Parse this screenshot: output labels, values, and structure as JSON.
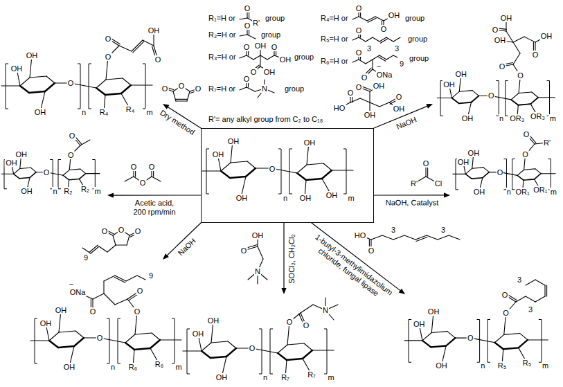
{
  "diagram": {
    "nodes": [
      {
        "text": [
          "OH",
          "OH",
          "OH",
          "O",
          "n",
          "OH",
          "OH",
          "OH",
          "m"
        ]
      },
      {
        "text": [
          "OH",
          "OH",
          "OH",
          "O",
          "n",
          "O",
          "R₄",
          "R₄",
          "m",
          "O",
          "OH",
          "O"
        ]
      },
      {
        "text": [
          "OH",
          "OH",
          "OH",
          "O",
          "n",
          "O",
          "R₂",
          "R₂",
          "m",
          "O"
        ]
      },
      {
        "text": [
          "OH",
          "OH",
          "OH",
          "O",
          "n",
          "O",
          "R₆",
          "R₆",
          "m",
          "O",
          "−",
          "ONa",
          "O",
          "9"
        ]
      },
      {
        "text": [
          "OH",
          "OH",
          "OH",
          "O",
          "n",
          "O",
          "R₇",
          "R₇",
          "m",
          "O",
          "N"
        ]
      },
      {
        "text": [
          "OH",
          "OH",
          "OH",
          "O",
          "n",
          "O",
          "R₅",
          "R₅",
          "m",
          "O",
          "3",
          "3"
        ]
      },
      {
        "text": [
          "OH",
          "OH",
          "OH",
          "O",
          "n",
          "O",
          "OR₁",
          "OR₁",
          "m",
          "O",
          "R'"
        ]
      },
      {
        "text": [
          "OH",
          "OH",
          "OH",
          "O",
          "n",
          "O",
          "OR₃",
          "OR₃",
          "m",
          "O",
          "OH",
          "O",
          "OH",
          "O",
          "OH"
        ]
      }
    ],
    "edges": [
      {
        "from": 0,
        "to": 1,
        "arrow": "to",
        "label": "Dry method"
      },
      {
        "from": 0,
        "to": 2,
        "arrow": "to",
        "label": "Acetic acid, 200 rpm/min"
      },
      {
        "from": 0,
        "to": 3,
        "arrow": "to",
        "label": "NaOH"
      },
      {
        "from": 0,
        "to": 4,
        "arrow": "to",
        "label": "SOCl₂, CH₂Cl₂"
      },
      {
        "from": 0,
        "to": 5,
        "arrow": "to",
        "label": "1-butyl-3-methylimidazolium chloride, fungal lipase"
      },
      {
        "from": 0,
        "to": 6,
        "arrow": "to",
        "label": "NaOH, Catalyst"
      },
      {
        "from": 0,
        "to": 7,
        "arrow": "to",
        "label": "NaOH"
      }
    ],
    "labels": [
      "R₁=H or",
      "O",
      "R'",
      "group",
      "R₂=H or",
      "O",
      "group",
      "R₃=H or",
      "O",
      "OH",
      "O",
      "OH",
      "O",
      "OH",
      "group",
      "R₇=H or",
      "O",
      "N",
      "group",
      "R'= any alkyl group from C₂ to C₁₈",
      "R₄=H or",
      "O",
      "O",
      "OH",
      "group",
      "R₅=H or",
      "O",
      "3",
      "3",
      "group",
      "R₆=H or",
      "O",
      "−",
      "ONa",
      "O",
      "9",
      "group",
      "O",
      "O",
      "O",
      "O",
      "O",
      "O",
      "O",
      "O",
      "O",
      "9",
      "OH",
      "O",
      "N",
      "HO",
      "O",
      "3",
      "3",
      "O",
      "HO",
      "OH",
      "O",
      "OH",
      "O",
      "OH",
      "O",
      "R'",
      "Cl"
    ]
  }
}
